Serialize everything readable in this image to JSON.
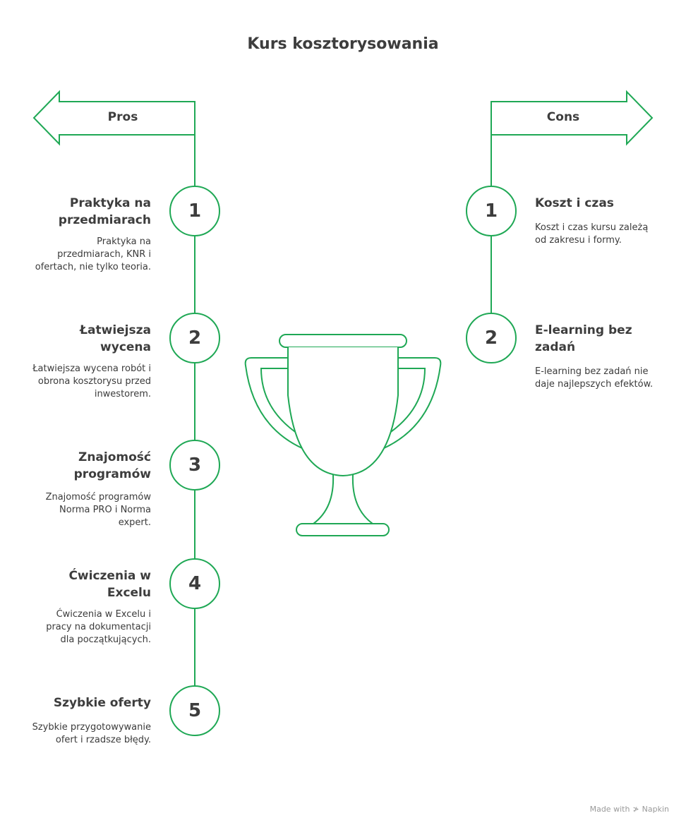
{
  "title": "Kurs kosztorysowania",
  "colors": {
    "accent": "#1fa855",
    "text": "#3d3d3d"
  },
  "pros": {
    "label": "Pros",
    "items": [
      {
        "number": "1",
        "title": "Praktyka na przedmiarach",
        "desc": "Praktyka na przedmiarach, KNR i ofertach, nie tylko teoria."
      },
      {
        "number": "2",
        "title": "Łatwiejsza wycena",
        "desc": "Łatwiejsza wycena robót i obrona kosztorysu przed inwestorem."
      },
      {
        "number": "3",
        "title": "Znajomość programów",
        "desc": "Znajomość programów Norma PRO i Norma expert."
      },
      {
        "number": "4",
        "title": "Ćwiczenia w Excelu",
        "desc": "Ćwiczenia w Excelu i pracy na dokumentacji dla początkujących."
      },
      {
        "number": "5",
        "title": "Szybkie oferty",
        "desc": "Szybkie przygotowywanie ofert i rzadsze błędy."
      }
    ]
  },
  "cons": {
    "label": "Cons",
    "items": [
      {
        "number": "1",
        "title": "Koszt i czas",
        "desc": "Koszt i czas kursu zależą od zakresu i formy."
      },
      {
        "number": "2",
        "title": "E-learning bez zadań",
        "desc": "E-learning bez zadań nie daje najlepszych efektów."
      }
    ]
  },
  "center_icon": "trophy-icon",
  "footer": {
    "text": "Made with",
    "brand": "Napkin"
  }
}
